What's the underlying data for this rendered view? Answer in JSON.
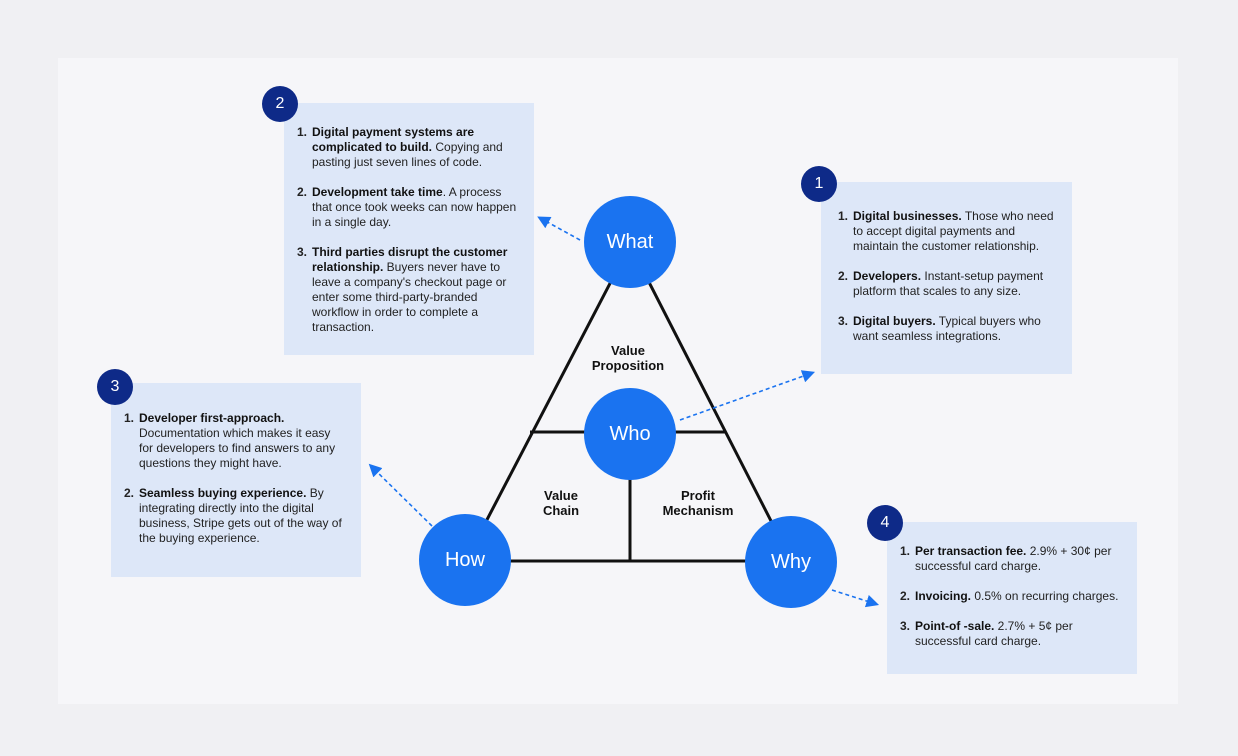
{
  "colors": {
    "circle": "#1a73f0",
    "badge": "#0e2a88",
    "panel": "#dde7f8",
    "line": "#111111",
    "arrow": "#1a73f0"
  },
  "nodes": {
    "what": "What",
    "who": "Who",
    "how": "How",
    "why": "Why"
  },
  "sections": {
    "value_proposition": [
      "Value",
      "Proposition"
    ],
    "value_chain": [
      "Value",
      "Chain"
    ],
    "profit_mechanism": [
      "Profit",
      "Mechanism"
    ]
  },
  "panels": [
    {
      "badge": "1",
      "items": [
        {
          "num": "1.",
          "bold": "Digital businesses.",
          "text": " Those who need to accept digital payments and maintain the customer relationship."
        },
        {
          "num": "2.",
          "bold": "Developers.",
          "text": " Instant-setup payment platform that scales to any size."
        },
        {
          "num": "3.",
          "bold": "Digital buyers.",
          "text": " Typical buyers who want seamless integrations."
        }
      ]
    },
    {
      "badge": "2",
      "items": [
        {
          "num": "1.",
          "bold": "Digital payment systems are complicated to build.",
          "text": " Copying and pasting just seven lines of code."
        },
        {
          "num": "2.",
          "bold": "Development take time",
          "text": ". A process that once took weeks can now happen in a single day."
        },
        {
          "num": "3.",
          "bold": "Third parties disrupt the customer relationship.",
          "text": " Buyers never have to leave a company's checkout page or enter some third-party-branded workflow in order to complete a transaction."
        }
      ]
    },
    {
      "badge": "3",
      "items": [
        {
          "num": "1.",
          "bold": "Developer first-approach.",
          "text": " Documentation which makes it easy for developers to find answers to any questions they might have."
        },
        {
          "num": "2.",
          "bold": "Seamless buying experience.",
          "text": " By integrating directly into the digital business, Stripe gets out of the way of the buying experience."
        }
      ]
    },
    {
      "badge": "4",
      "items": [
        {
          "num": "1.",
          "bold": "Per transaction fee.",
          "text": " 2.9% + 30¢ per successful card charge."
        },
        {
          "num": "2.",
          "bold": "Invoicing.",
          "text": " 0.5% on recurring charges."
        },
        {
          "num": "3.",
          "bold": "Point-of -sale.",
          "text": " 2.7% + 5¢ per successful card charge."
        }
      ]
    }
  ]
}
